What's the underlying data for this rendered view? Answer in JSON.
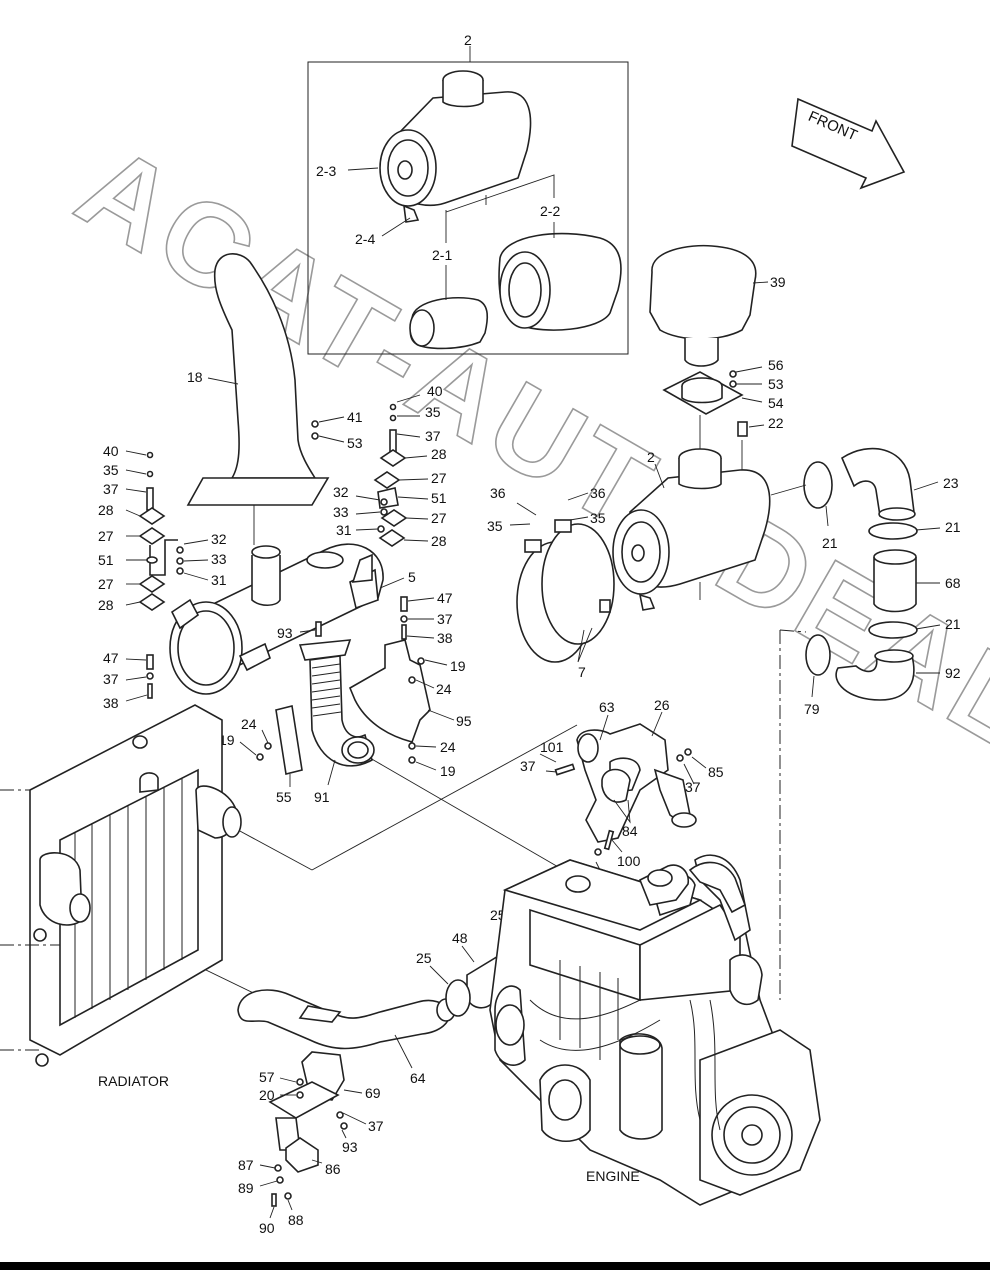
{
  "diagram": {
    "watermark": "ACAT-AUTODEALER.RU",
    "front_label": "FRONT",
    "assembly_labels": {
      "radiator": "RADIATOR",
      "engine": "ENGINE"
    },
    "part_labels": {
      "p2_top": "2",
      "p2_3": "2-3",
      "p2_4": "2-4",
      "p2_2": "2-2",
      "p2_1": "2-1",
      "p39": "39",
      "p56": "56",
      "p53a": "53",
      "p54": "54",
      "p22": "22",
      "p2_mid": "2",
      "p23": "23",
      "p21a": "21",
      "p21b": "21",
      "p68": "68",
      "p21c": "21",
      "p92": "92",
      "p79": "79",
      "p36a": "36",
      "p36b": "36",
      "p35a": "35",
      "p35b": "35",
      "p7": "7",
      "p18": "18",
      "p40a": "40",
      "p35c": "35",
      "p41": "41",
      "p53b": "53",
      "p37a": "37",
      "p28a": "28",
      "p27a": "27",
      "p32a": "32",
      "p51a": "51",
      "p33a": "33",
      "p27b": "27",
      "p31a": "31",
      "p28b": "28",
      "p5": "5",
      "p47a": "47",
      "p37b": "37",
      "p38a": "38",
      "p93a": "93",
      "p40b": "40",
      "p35d": "35",
      "p37c": "37",
      "p28c": "28",
      "p27c": "27",
      "p32b": "32",
      "p51b": "51",
      "p33b": "33",
      "p31b": "31",
      "p27d": "27",
      "p28d": "28",
      "p47b": "47",
      "p37d": "37",
      "p38b": "38",
      "p19a": "19",
      "p24a": "24",
      "p95": "95",
      "p24b": "24",
      "p19b": "19",
      "p24c": "24",
      "p19c": "19",
      "p55": "55",
      "p91": "91",
      "p63": "63",
      "p26": "26",
      "p101": "101",
      "p37e": "37",
      "p85": "85",
      "p37f": "37",
      "p84": "84",
      "p100": "100",
      "p37g": "37",
      "p25a": "25",
      "p48": "48",
      "p25b": "25",
      "p64": "64",
      "p57": "57",
      "p20": "20",
      "p69": "69",
      "p37h": "37",
      "p93b": "93",
      "p87": "87",
      "p86": "86",
      "p89": "89",
      "p90": "90",
      "p88": "88"
    }
  }
}
